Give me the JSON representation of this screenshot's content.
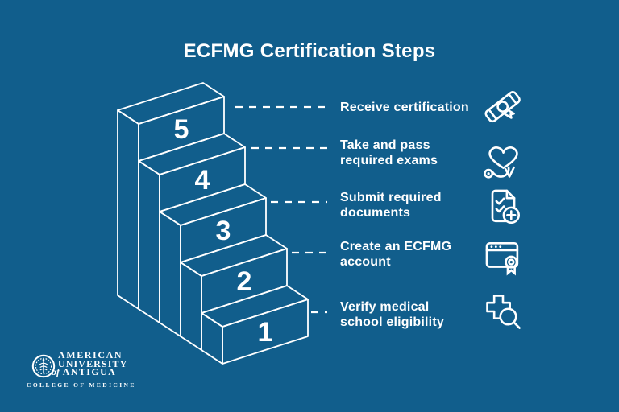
{
  "colors": {
    "background": "#115E8C",
    "foreground": "#FFFFFF"
  },
  "title": "ECFMG Certification Steps",
  "steps": [
    {
      "number": "5",
      "lines": [
        "Receive certification",
        ""
      ],
      "icon": "diploma-icon"
    },
    {
      "number": "4",
      "lines": [
        "Take and pass",
        "required exams"
      ],
      "icon": "heart-stethoscope-icon"
    },
    {
      "number": "3",
      "lines": [
        "Submit required",
        "documents"
      ],
      "icon": "document-checklist-add-icon"
    },
    {
      "number": "2",
      "lines": [
        "Create an ECFMG",
        "account"
      ],
      "icon": "browser-award-icon"
    },
    {
      "number": "1",
      "lines": [
        "Verify medical",
        "school eligibility"
      ],
      "icon": "medical-cross-search-icon"
    }
  ],
  "logo": {
    "name_line1": "AMERICAN",
    "name_line2": "UNIVERSITY",
    "name_line3_prefix": "of",
    "name_line3": "ANTIGUA",
    "subtitle": "COLLEGE OF MEDICINE"
  }
}
